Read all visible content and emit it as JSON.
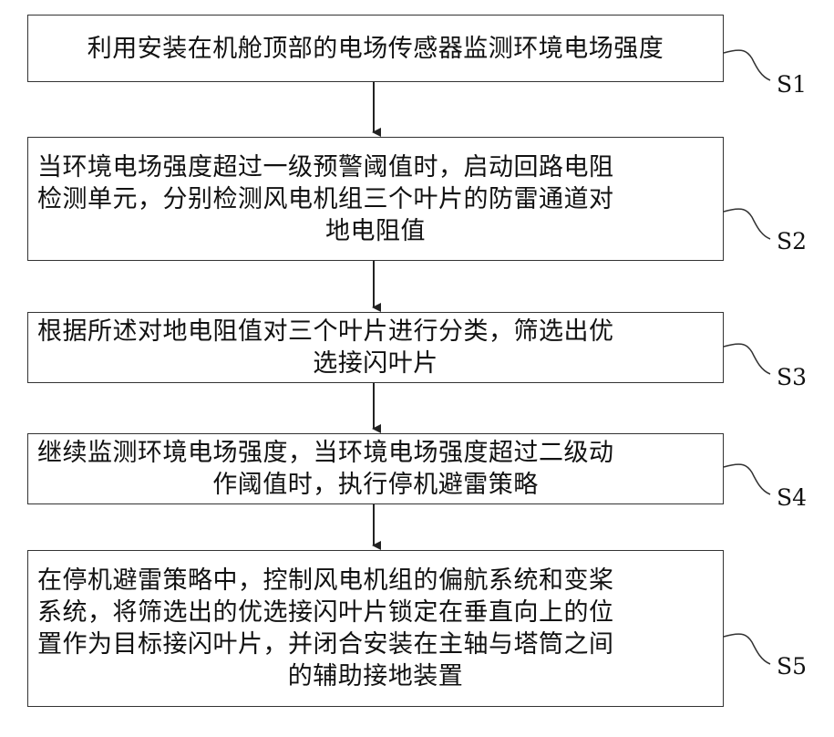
{
  "steps": [
    {
      "id": "S1",
      "label": "S1",
      "text": "利用安装在机舱顶部的电场传感器监测环境电场强度"
    },
    {
      "id": "S2",
      "label": "S2",
      "text_line1": "当环境电场强度超过一级预警阈值时，启动回路电阻",
      "text_line2": "检测单元，分别检测风电机组三个叶片的防雷通道对",
      "text_line3": "地电阻值"
    },
    {
      "id": "S3",
      "label": "S3",
      "text_line1": "根据所述对地电阻值对三个叶片进行分类，筛选出优",
      "text_line2": "选接闪叶片"
    },
    {
      "id": "S4",
      "label": "S4",
      "text_line1": "继续监测环境电场强度，当环境电场强度超过二级动",
      "text_line2": "作阈值时，执行停机避雷策略"
    },
    {
      "id": "S5",
      "label": "S5",
      "text_line1": "在停机避雷策略中，控制风电机组的偏航系统和变桨",
      "text_line2": "系统，将筛选出的优选接闪叶片锁定在垂直向上的位",
      "text_line3": "置作为目标接闪叶片，并闭合安装在主轴与塔筒之间",
      "text_line4": "的辅助接地装置"
    }
  ],
  "colors": {
    "border": "#333333",
    "text": "#111111",
    "background": "#ffffff"
  }
}
